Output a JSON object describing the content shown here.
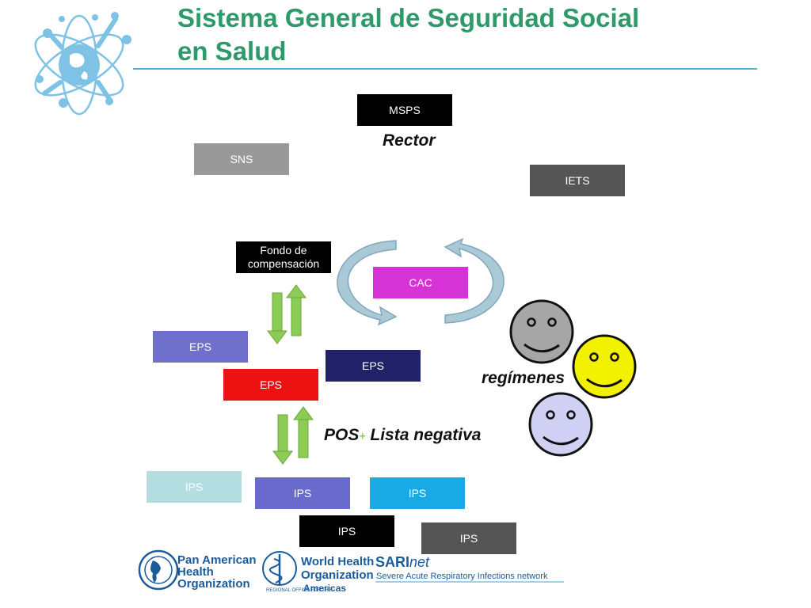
{
  "title_line1": "Sistema General de Seguridad Social",
  "title_line2": "en Salud",
  "boxes": {
    "mspss": "MSPS",
    "sns": "SNS",
    "iets": "IETS",
    "fondo": "Fondo de compensación",
    "cac": "CAC",
    "eps1": "EPS",
    "eps2": "EPS",
    "eps3": "EPS",
    "ips1": "IPS",
    "ips2": "IPS",
    "ips3": "IPS",
    "ips4": "IPS",
    "ips5": "IPS"
  },
  "labels": {
    "rector": "Rector",
    "regimenes": "regímenes",
    "pos": "POS",
    "pos_sep": "+",
    "lista": "Lista negativa"
  },
  "footer": {
    "paho_line1": "Pan American",
    "paho_line2": "Health",
    "paho_line3": "Organization",
    "who_line1": "World Health",
    "who_line2": "Organization",
    "who_sub": "REGIONAL OFFICE FOR THE",
    "who_region": "Americas",
    "sari_brand": "SARI",
    "sari_net": "net",
    "sari_tag": "Severe Acute Respiratory Infections network"
  },
  "colors": {
    "title": "#2e9a6a",
    "mspss": "#000000",
    "sns": "#999999",
    "iets": "#555555",
    "fondo": "#000000",
    "cac": "#d633d6",
    "eps1": "#6f6fcc",
    "eps2": "#22226a",
    "eps3": "#ee1111",
    "ips1": "#b3dde0",
    "ips2": "#6a6acc",
    "ips3": "#19aae6",
    "ips4": "#000000",
    "ips5": "#555555",
    "arrow_green": "#8ccc55",
    "cycle_arrow": "#a9c9d6"
  }
}
